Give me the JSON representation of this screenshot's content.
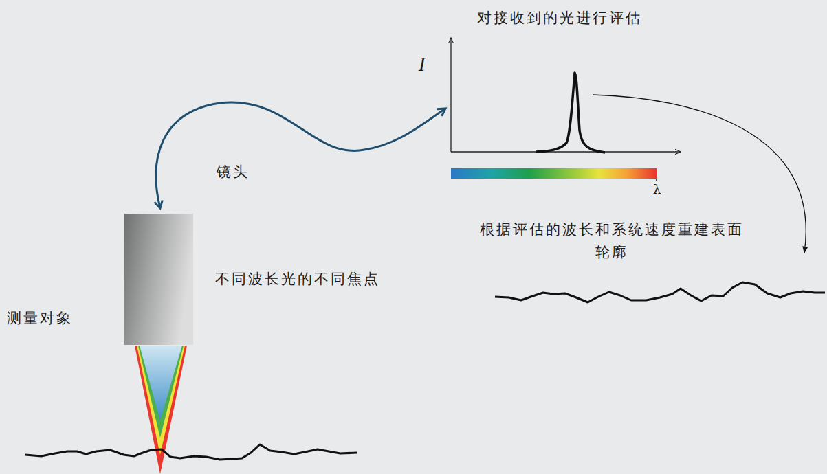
{
  "diagram": {
    "labels": [
      "对接收到的光进行评估",
      "I",
      "λ",
      "镜头",
      "根据评估的波长和系统速度重建表面轮廓",
      "不同波长光的不同焦点",
      "测量对象"
    ]
  }
}
